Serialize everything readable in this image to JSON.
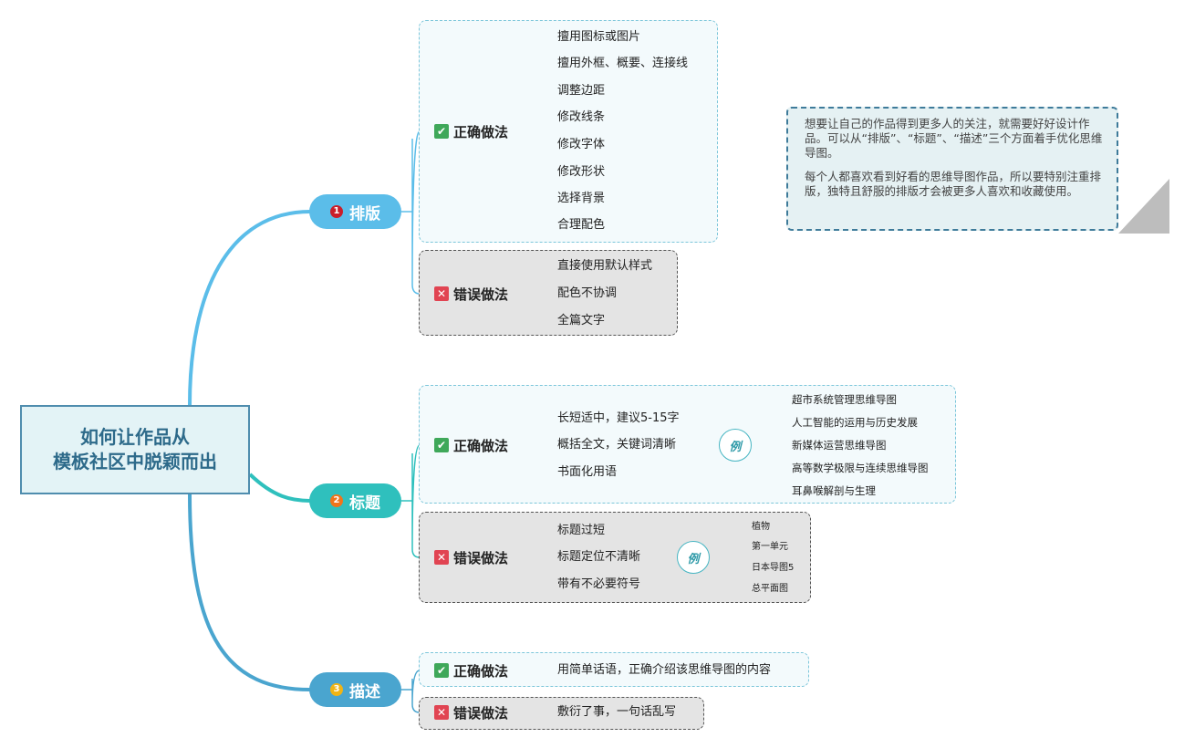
{
  "root": {
    "line1": "如何让作品从",
    "line2": "模板社区中脱颖而出"
  },
  "colors": {
    "main1": "#5bbde9",
    "main2": "#2fc0bd",
    "main3": "#4aa5cf",
    "num1": "#c91d2a",
    "num2": "#f0741b",
    "num3": "#f0b415"
  },
  "branches": [
    {
      "num": "1",
      "label": "排版",
      "good": {
        "label": "正确做法",
        "items": [
          "擅用图标或图片",
          "擅用外框、概要、连接线",
          "调整边距",
          "修改线条",
          "修改字体",
          "修改形状",
          "选择背景",
          "合理配色"
        ]
      },
      "bad": {
        "label": "错误做法",
        "items": [
          "直接使用默认样式",
          "配色不协调",
          "全篇文字"
        ]
      }
    },
    {
      "num": "2",
      "label": "标题",
      "good": {
        "label": "正确做法",
        "items": [
          "长短适中，建议5-15字",
          "概括全文，关键词清晰",
          "书面化用语"
        ],
        "example": "例",
        "examples": [
          "超市系统管理思维导图",
          "人工智能的运用与历史发展",
          "新媒体运营思维导图",
          "高等数学极限与连续思维导图",
          "耳鼻喉解剖与生理"
        ]
      },
      "bad": {
        "label": "错误做法",
        "items": [
          "标题过短",
          "标题定位不清晰",
          "带有不必要符号"
        ],
        "example": "例",
        "examples": [
          "植物",
          "第一单元",
          "日本导图5",
          "总平面图"
        ]
      }
    },
    {
      "num": "3",
      "label": "描述",
      "good": {
        "label": "正确做法",
        "items": [
          "用简单话语，正确介绍该思维导图的内容"
        ]
      },
      "bad": {
        "label": "错误做法",
        "items": [
          "敷衍了事，一句话乱写"
        ]
      }
    }
  ],
  "note": {
    "para1": "想要让自己的作品得到更多人的关注，就需要好好设计作品。可以从“排版”、“标题”、“描述”三个方面着手优化思维导图。",
    "para2": "每个人都喜欢看到好看的思维导图作品，所以要特别注重排版，独特且舒服的排版才会被更多人喜欢和收藏使用。"
  },
  "icons": {
    "good": "check-icon",
    "bad": "cross-icon"
  }
}
